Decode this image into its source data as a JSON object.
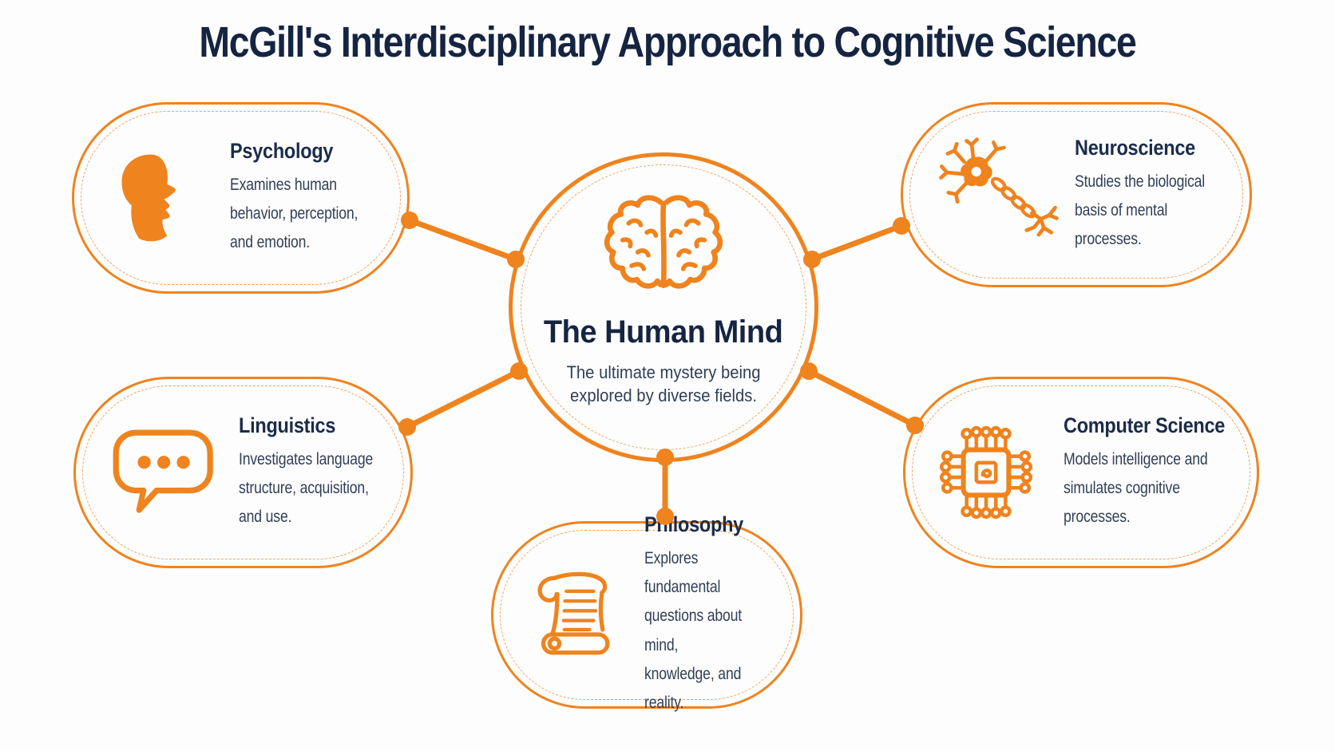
{
  "title": "McGill's Interdisciplinary Approach to Cognitive Science",
  "center": {
    "icon": "brain-icon",
    "title": "The Human Mind",
    "description": "The ultimate mystery being\nexplored by diverse fields."
  },
  "nodes": [
    {
      "id": "psychology",
      "icon": "head-profile-icon",
      "title": "Psychology",
      "description": "Examines human\nbehavior, perception,\nand emotion."
    },
    {
      "id": "neuroscience",
      "icon": "neuron-icon",
      "title": "Neuroscience",
      "description": "Studies the biological\nbasis of mental\nprocesses."
    },
    {
      "id": "linguistics",
      "icon": "speech-bubble-icon",
      "title": "Linguistics",
      "description": "Investigates language\nstructure, acquisition,\nand use."
    },
    {
      "id": "computer-science",
      "icon": "microchip-icon",
      "title": "Computer Science",
      "description": "Models intelligence and\nsimulates cognitive\nprocesses."
    },
    {
      "id": "philosophy",
      "icon": "scroll-icon",
      "title": "Philosophy",
      "description": "Explores fundamental\nquestions about mind,\nknowledge, and reality."
    }
  ],
  "colors": {
    "accent": "#EF831E",
    "accent_light": "#F2A55E",
    "title_text": "#152441",
    "heading_text": "#1B2C4A",
    "body_text": "#303F57",
    "background": "#FDFDFD"
  }
}
